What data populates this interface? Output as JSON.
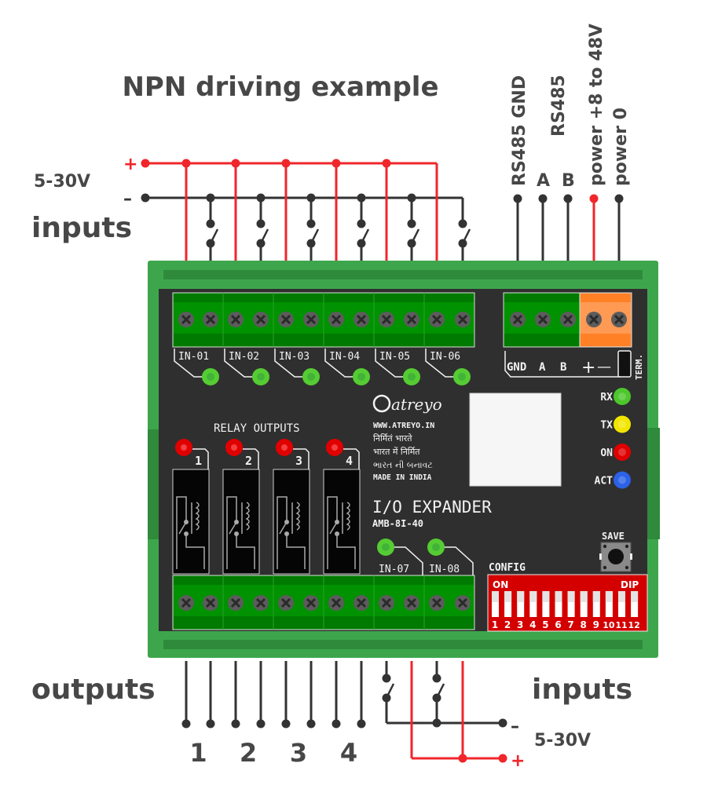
{
  "title": "NPN driving example",
  "top_supply": {
    "label": "5-30V",
    "plus": "+",
    "minus": "–",
    "group_label": "inputs"
  },
  "bottom_supply": {
    "label": "5-30V",
    "plus": "+",
    "minus": "–",
    "group_label": "inputs"
  },
  "outputs_label": "outputs",
  "output_numbers": [
    "1",
    "2",
    "3",
    "4"
  ],
  "bus_labels": {
    "rs485_gnd": "RS485 GND",
    "rs485": "RS485",
    "a": "A",
    "b": "B",
    "power_plus": "power +8 to 48V",
    "power_zero": "power 0"
  },
  "device": {
    "inputs_top": [
      "IN-01",
      "IN-02",
      "IN-03",
      "IN-04",
      "IN-05",
      "IN-06"
    ],
    "inputs_bottom": [
      "IN-07",
      "IN-08"
    ],
    "rs485_terminal": {
      "gnd": "GND",
      "a": "A",
      "b": "B",
      "plus": "+",
      "minus": "—",
      "term": "TERM."
    },
    "status_leds": [
      {
        "label": "RX",
        "color": "#4cc72c"
      },
      {
        "label": "TX",
        "color": "#f2e600"
      },
      {
        "label": "ON",
        "color": "#e00000"
      },
      {
        "label": "ACT",
        "color": "#2b62e8"
      }
    ],
    "relay_title": "RELAY OUTPUTS",
    "relays": [
      "1",
      "2",
      "3",
      "4"
    ],
    "brand": "atreyo",
    "website": "WWW.ATREYO.IN",
    "tagline_1": "निर्मितं भारते",
    "tagline_2": "भारत में निर्मित",
    "tagline_3": "ભારત ની બનાવટ",
    "tagline_4": "MADE IN INDIA",
    "product_name": "I/O EXPANDER",
    "model": "AMB-8I-40",
    "save_label": "SAVE",
    "config_label": "CONFIG",
    "dip": {
      "on_label": "ON",
      "dip_label": "DIP",
      "switches": [
        "1",
        "2",
        "3",
        "4",
        "5",
        "6",
        "7",
        "8",
        "9",
        "10",
        "11",
        "12"
      ]
    }
  },
  "colors": {
    "wire_positive": "#f0262b",
    "wire_negative": "#333333",
    "enclosure_green": "#3da64c",
    "terminal_green": "#009200",
    "terminal_orange": "#ff8a33",
    "pcb": "#2f2f2f",
    "dip_red": "#d40000",
    "input_led": "#55cc33",
    "relay_led": "#e00000"
  }
}
